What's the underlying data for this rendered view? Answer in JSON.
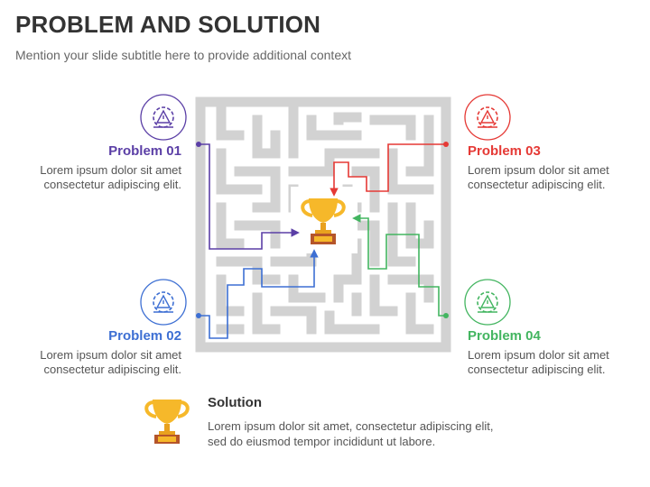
{
  "header": {
    "title": "PROBLEM AND SOLUTION",
    "subtitle": "Mention your slide subtitle here to provide additional context"
  },
  "problems": [
    {
      "heading": "Problem 01",
      "line1": "Lorem ipsum dolor sit amet",
      "line2": "consectetur adipiscing elit.",
      "color": "#5b3fa6"
    },
    {
      "heading": "Problem 02",
      "line1": "Lorem ipsum dolor sit amet",
      "line2": "consectetur adipiscing elit.",
      "color": "#3d6fd3"
    },
    {
      "heading": "Problem 03",
      "line1": "Lorem ipsum dolor sit amet",
      "line2": "consectetur adipiscing elit.",
      "color": "#e53935"
    },
    {
      "heading": "Problem 04",
      "line1": "Lorem ipsum dolor sit amet",
      "line2": "consectetur adipiscing elit.",
      "color": "#43b560"
    }
  ],
  "solution": {
    "heading": "Solution",
    "text": "Lorem ipsum dolor sit amet, consectetur adipiscing elit, sed do eiusmod tempor incididunt ut labore."
  },
  "colors": {
    "maze": "#d2d2d2",
    "trophy_gold": "#f6b82a",
    "trophy_base": "#b5552a"
  },
  "icons": [
    "gear-warning-icon",
    "trophy-icon"
  ]
}
